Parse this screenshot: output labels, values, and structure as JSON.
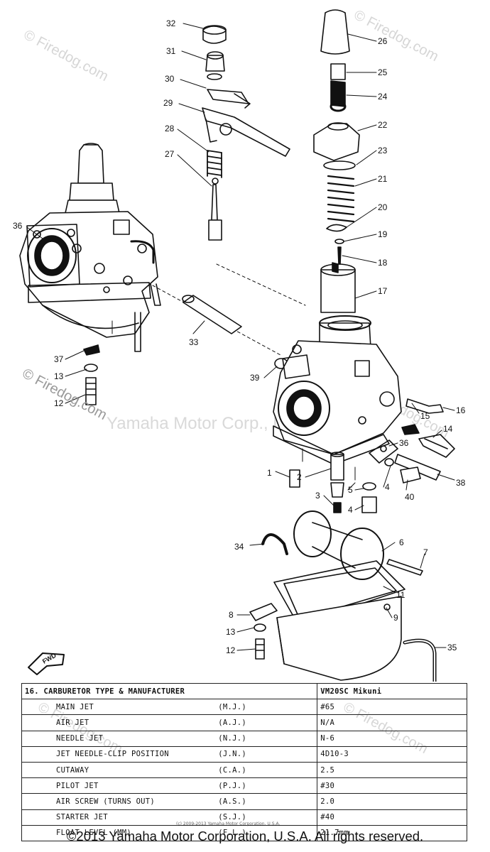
{
  "watermarks": {
    "w1": "© Firedog.com",
    "w2": "© Firedog.com",
    "w3": "Yamaha Motor Corp., U.S.A.",
    "w4": "© Firedog.com",
    "w5": "© Firedog.com",
    "w6": "© Firedog.com",
    "w7": "© Firedog.com"
  },
  "fwd_label": "FWD",
  "callouts": [
    {
      "id": "32",
      "text": "32"
    },
    {
      "id": "31",
      "text": "31"
    },
    {
      "id": "30",
      "text": "30"
    },
    {
      "id": "29",
      "text": "29"
    },
    {
      "id": "28",
      "text": "28"
    },
    {
      "id": "27",
      "text": "27"
    },
    {
      "id": "26",
      "text": "26"
    },
    {
      "id": "25",
      "text": "25"
    },
    {
      "id": "24",
      "text": "24"
    },
    {
      "id": "22",
      "text": "22"
    },
    {
      "id": "23",
      "text": "23"
    },
    {
      "id": "21",
      "text": "21"
    },
    {
      "id": "20",
      "text": "20"
    },
    {
      "id": "19",
      "text": "19"
    },
    {
      "id": "18",
      "text": "18"
    },
    {
      "id": "17",
      "text": "17"
    },
    {
      "id": "36a",
      "text": "36"
    },
    {
      "id": "33",
      "text": "33"
    },
    {
      "id": "37",
      "text": "37"
    },
    {
      "id": "13a",
      "text": "13"
    },
    {
      "id": "12a",
      "text": "12"
    },
    {
      "id": "39",
      "text": "39"
    },
    {
      "id": "15",
      "text": "15"
    },
    {
      "id": "16",
      "text": "16"
    },
    {
      "id": "14",
      "text": "14"
    },
    {
      "id": "36b",
      "text": "36"
    },
    {
      "id": "1",
      "text": "1"
    },
    {
      "id": "2",
      "text": "2"
    },
    {
      "id": "5",
      "text": "5"
    },
    {
      "id": "4a",
      "text": "4"
    },
    {
      "id": "40",
      "text": "40"
    },
    {
      "id": "38",
      "text": "38"
    },
    {
      "id": "3",
      "text": "3"
    },
    {
      "id": "4b",
      "text": "4"
    },
    {
      "id": "34",
      "text": "34"
    },
    {
      "id": "6",
      "text": "6"
    },
    {
      "id": "7",
      "text": "7"
    },
    {
      "id": "11",
      "text": "11"
    },
    {
      "id": "8",
      "text": "8"
    },
    {
      "id": "9",
      "text": "9"
    },
    {
      "id": "13b",
      "text": "13"
    },
    {
      "id": "12b",
      "text": "12"
    },
    {
      "id": "35",
      "text": "35"
    }
  ],
  "spec_table": {
    "header": {
      "name": "16.  CARBURETOR TYPE & MANUFACTURER",
      "value": "VM20SC Mikuni"
    },
    "rows": [
      {
        "name": "MAIN JET",
        "abbr": "(M.J.)",
        "value": "#65"
      },
      {
        "name": "AIR JET",
        "abbr": "(A.J.)",
        "value": "N/A"
      },
      {
        "name": "NEEDLE JET",
        "abbr": "(N.J.)",
        "value": "N-6"
      },
      {
        "name": "JET NEEDLE-CLIP POSITION",
        "abbr": "(J.N.)",
        "value": "4D10-3"
      },
      {
        "name": "CUTAWAY",
        "abbr": "(C.A.)",
        "value": "2.5"
      },
      {
        "name": "PILOT JET",
        "abbr": "(P.J.)",
        "value": "#30"
      },
      {
        "name": "AIR SCREW (TURNS OUT)",
        "abbr": "(A.S.)",
        "value": "2.0"
      },
      {
        "name": "STARTER JET",
        "abbr": "(S.J.)",
        "value": "#40"
      },
      {
        "name": "FLOAT LEVEL (MM)",
        "abbr": "(F.L.)",
        "value": "21.7mm"
      }
    ]
  },
  "tiny_credit": "(c) 2009-2013 Yamaha Motor Corporation, U.S.A.",
  "copyright": "©2013 Yamaha Motor Corporation, U.S.A. All rights reserved."
}
